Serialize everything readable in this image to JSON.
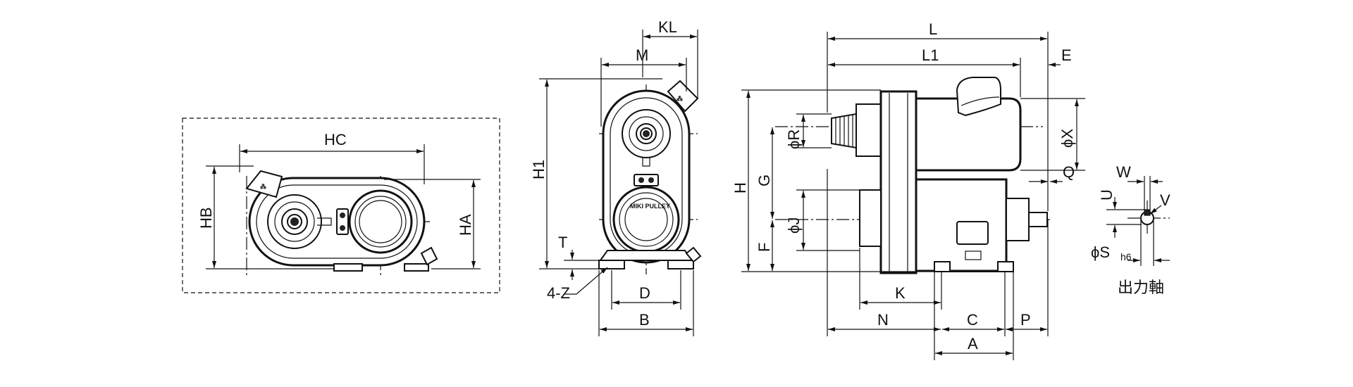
{
  "diagram": {
    "dimension_labels": {
      "HC": "HC",
      "HB": "HB",
      "HA": "HA",
      "KL": "KL",
      "M": "M",
      "H1": "H1",
      "T": "T",
      "Z": "4-Z",
      "D": "D",
      "B": "B",
      "L": "L",
      "L1": "L1",
      "E": "E",
      "X": "ϕX",
      "R": "ϕR",
      "G": "G",
      "H": "H",
      "Q": "Q",
      "J": "ϕJ",
      "F": "F",
      "K": "K",
      "N": "N",
      "C": "C",
      "P": "P",
      "A": "A",
      "W": "W",
      "U": "U",
      "V": "V",
      "S": "ϕS",
      "S_tol": "h6"
    },
    "brand_plate": "MIKI PULLEY",
    "shaft_caption": "出力軸"
  }
}
